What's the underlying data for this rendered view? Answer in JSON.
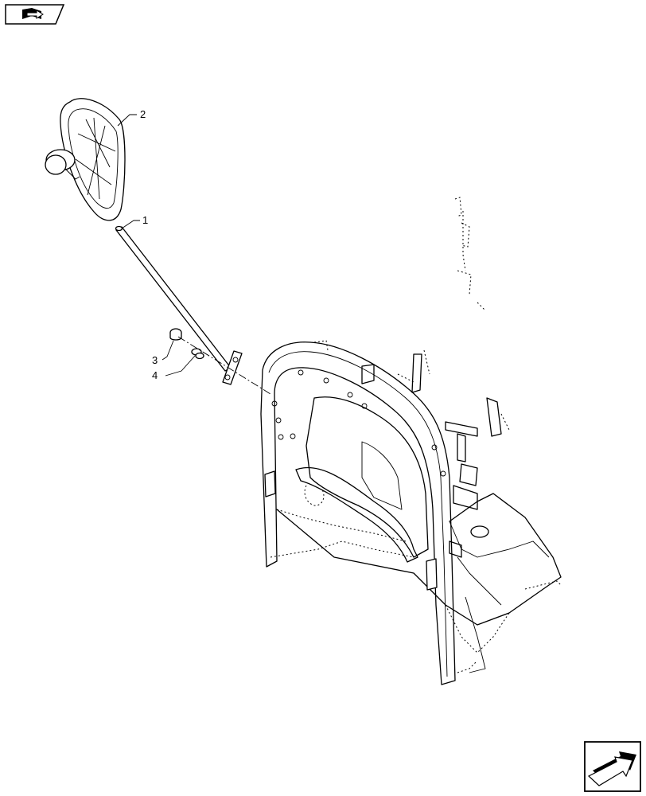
{
  "header": {
    "nav_icon": "book-arrow-icon"
  },
  "callouts": [
    {
      "id": "1",
      "label": "1"
    },
    {
      "id": "2",
      "label": "2"
    },
    {
      "id": "3",
      "label": "3"
    },
    {
      "id": "4",
      "label": "4"
    }
  ],
  "footer": {
    "nav_icon": "next-page-arrow-icon"
  },
  "colors": {
    "line": "#000000",
    "background": "#ffffff"
  }
}
